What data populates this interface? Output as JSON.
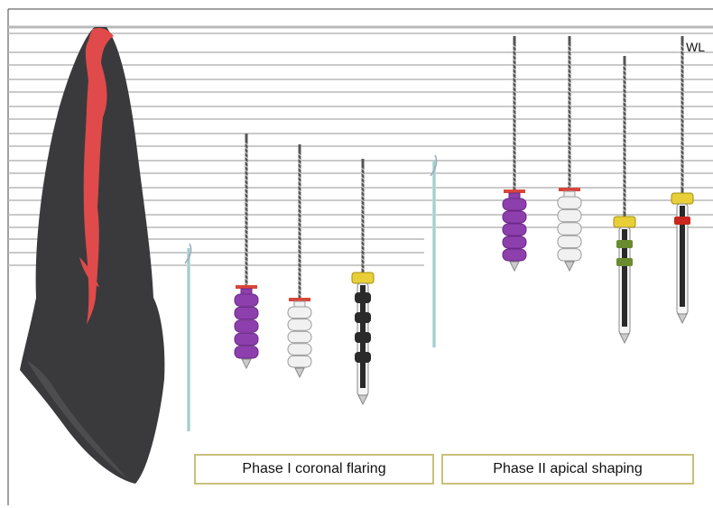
{
  "labels": {
    "working_length": "WL",
    "phase1": "Phase I coronal flaring",
    "phase2": "Phase II apical shaping"
  },
  "colors": {
    "tooth": "#3a3a3d",
    "canal": "#e04a4a",
    "guide_line": "#b9b9b9",
    "box_border": "#c9c07a",
    "handle_purple": "#8e3fae",
    "handle_white": "#f1f1f1",
    "handle_black": "#2a2a2a",
    "stopper_red": "#d9453a",
    "band_yellow": "#e8cf37",
    "band_green": "#6a8b2f",
    "band_red": "#c8261f",
    "guide_wire": "#bfe0e0"
  },
  "instruments": [
    {
      "group": "phase1",
      "kind": "guide-wire"
    },
    {
      "group": "phase1",
      "kind": "file",
      "handle": "purple",
      "stopper": "red"
    },
    {
      "group": "phase1",
      "kind": "file",
      "handle": "white",
      "stopper": "red"
    },
    {
      "group": "phase1",
      "kind": "file",
      "handle": "black",
      "band": "yellow"
    },
    {
      "group": "phase2",
      "kind": "guide-wire"
    },
    {
      "group": "phase2",
      "kind": "file",
      "handle": "purple",
      "stopper": "red"
    },
    {
      "group": "phase2",
      "kind": "file",
      "handle": "white",
      "stopper": "red"
    },
    {
      "group": "phase2",
      "kind": "file",
      "handle": "black",
      "band": "yellow",
      "band2": "green"
    },
    {
      "group": "phase2",
      "kind": "file",
      "handle": "black",
      "band": "yellow",
      "band2": "red"
    }
  ]
}
